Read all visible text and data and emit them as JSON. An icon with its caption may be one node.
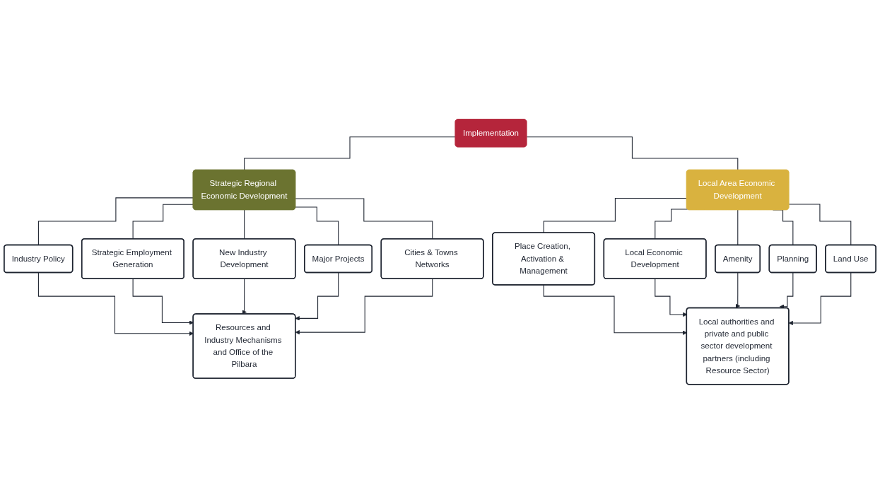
{
  "diagram": {
    "nodes": [
      {
        "text": [
          "Implementation"
        ]
      },
      {
        "text": [
          "Strategic Regional Economic Development"
        ]
      },
      {
        "text": [
          "Local Area Economic Development"
        ]
      },
      {
        "text": [
          "Place Creation, Activation & Management"
        ]
      },
      {
        "text": [
          "Local Economic Development"
        ]
      },
      {
        "text": [
          "Amenity"
        ]
      },
      {
        "text": [
          "Planning"
        ]
      },
      {
        "text": [
          "Land Use"
        ]
      },
      {
        "text": [
          "Local authorities and private and public sector development partners (including Resource Sector)"
        ]
      },
      {
        "text": [
          "Industry Policy"
        ]
      },
      {
        "text": [
          "Strategic Employment Generation"
        ]
      },
      {
        "text": [
          "New Industry Development"
        ]
      },
      {
        "text": [
          "Major Projects"
        ]
      },
      {
        "text": [
          "Cities & Towns Networks"
        ]
      },
      {
        "text": [
          "Resources and Industry Mechanisms and Office of the Pilbara"
        ]
      }
    ],
    "edges": [
      {
        "from": 0,
        "to": 1,
        "arrow": "none"
      },
      {
        "from": 0,
        "to": 2,
        "arrow": "none"
      },
      {
        "from": 2,
        "to": 3,
        "arrow": "none"
      },
      {
        "from": 2,
        "to": 4,
        "arrow": "none"
      },
      {
        "from": 2,
        "to": 5,
        "arrow": "none"
      },
      {
        "from": 2,
        "to": 6,
        "arrow": "none"
      },
      {
        "from": 2,
        "to": 7,
        "arrow": "none"
      },
      {
        "from": 3,
        "to": 8,
        "arrow": "to"
      },
      {
        "from": 4,
        "to": 8,
        "arrow": "to"
      },
      {
        "from": 5,
        "to": 8,
        "arrow": "to"
      },
      {
        "from": 6,
        "to": 8,
        "arrow": "to"
      },
      {
        "from": 7,
        "to": 8,
        "arrow": "to"
      },
      {
        "from": 1,
        "to": 9,
        "arrow": "none"
      },
      {
        "from": 1,
        "to": 10,
        "arrow": "none"
      },
      {
        "from": 1,
        "to": 11,
        "arrow": "none"
      },
      {
        "from": 1,
        "to": 12,
        "arrow": "none"
      },
      {
        "from": 1,
        "to": 13,
        "arrow": "none"
      },
      {
        "from": 9,
        "to": 14,
        "arrow": "to"
      },
      {
        "from": 10,
        "to": 14,
        "arrow": "to"
      },
      {
        "from": 11,
        "to": 14,
        "arrow": "to"
      },
      {
        "from": 12,
        "to": 14,
        "arrow": "to"
      },
      {
        "from": 13,
        "to": 14,
        "arrow": "to"
      }
    ]
  }
}
